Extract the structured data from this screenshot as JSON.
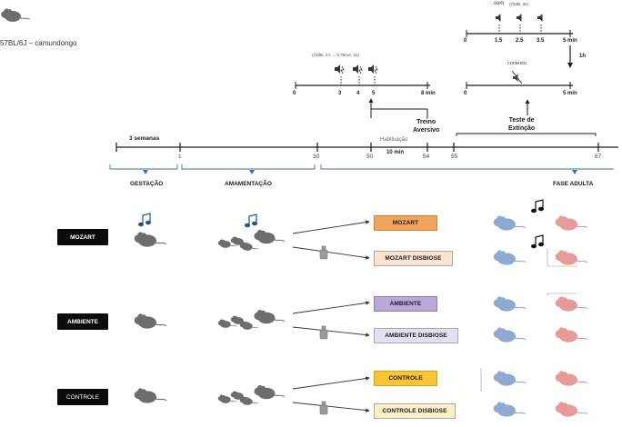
{
  "header": {
    "strain": "57BL/6J – camundongo"
  },
  "timeline": {
    "weeks": "3 semanas",
    "ticks": [
      "1",
      "30",
      "50",
      "54",
      "55",
      "67"
    ],
    "habituation": "Habituação",
    "habituation_dur": "10 min",
    "phases": [
      "GESTAÇÃO",
      "AMAMENTAÇÃO",
      "FASE ADULTA"
    ],
    "training": "Treino\nAversivo",
    "extinction": "Teste de\nExtinção"
  },
  "training_panel": {
    "params": "(72dB, 3 s  → 0,75mA, 2s)",
    "ticks": [
      "0",
      "3",
      "4",
      "5",
      "8 min"
    ]
  },
  "extinction_panel": {
    "sound_label": "som",
    "sound_params": "(72dB, 3s)",
    "ticks_top": [
      "0",
      "1.5",
      "2.5",
      "3.5",
      "5 min"
    ],
    "interval": "1h",
    "context": "contexto",
    "ticks_bottom": [
      "0",
      "5 min"
    ]
  },
  "groups": [
    "MOZART",
    "AMBIENTE",
    "CONTROLE"
  ],
  "subgroups": [
    {
      "label": "MOZART",
      "fill": "#f4a35c",
      "border": "#d9822b"
    },
    {
      "label": "MOZART DISBIOSE",
      "fill": "#fbe3d2",
      "border": "#a8a8a8"
    },
    {
      "label": "AMBIENTE",
      "fill": "#b8a9d8",
      "border": "#8c7bb5"
    },
    {
      "label": "AMBIENTE DISBIOSE",
      "fill": "#e4dff1",
      "border": "#a8a8a8"
    },
    {
      "label": "CONTROLE",
      "fill": "#f9c531",
      "border": "#d89f13"
    },
    {
      "label": "CONTROLE DISBIOSE",
      "fill": "#fbf1c9",
      "border": "#a8a8a8"
    }
  ],
  "colors": {
    "blue_mouse": "#8eaad3",
    "red_mouse": "#e79a9a",
    "gray_mouse": "#6d6d6d",
    "accent_blue": "#3d6fb5"
  }
}
